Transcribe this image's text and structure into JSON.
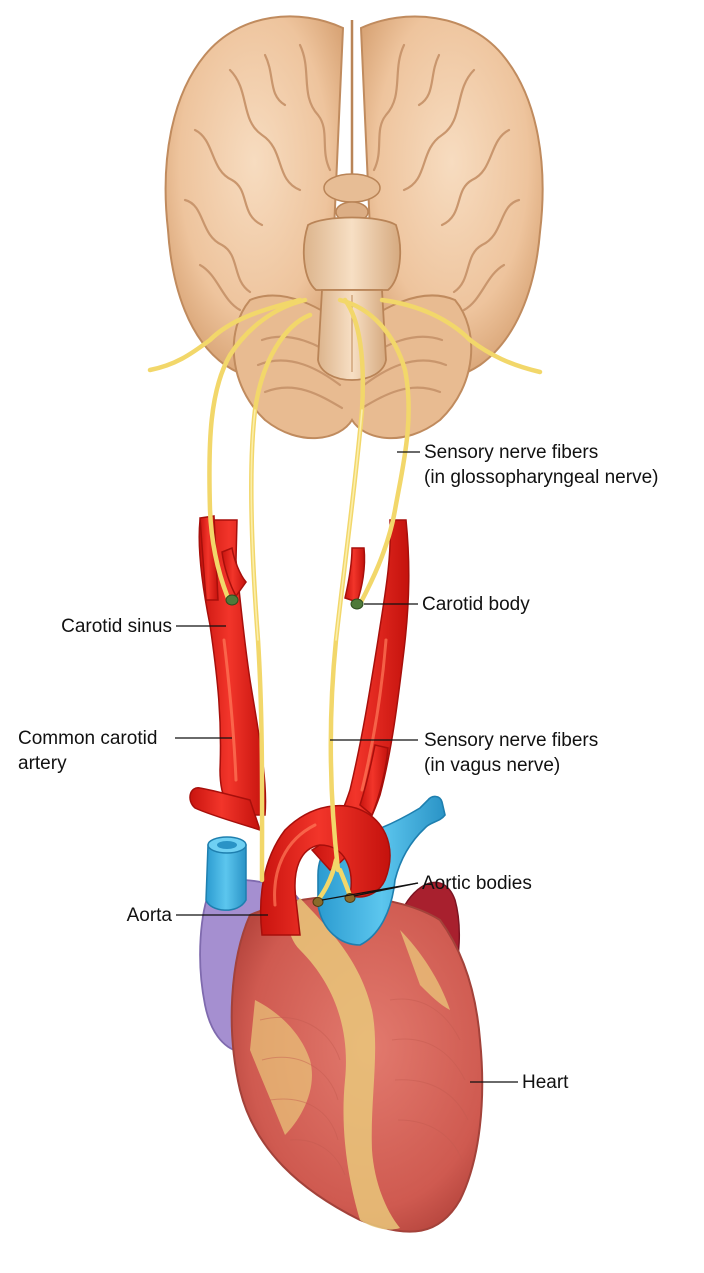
{
  "labels": {
    "sensory_glosso_line1": "Sensory nerve fibers",
    "sensory_glosso_line2": "(in glossopharyngeal nerve)",
    "carotid_body": "Carotid body",
    "carotid_sinus": "Carotid sinus",
    "common_carotid_line1": "Common carotid",
    "common_carotid_line2": "artery",
    "sensory_vagus_line1": "Sensory nerve fibers",
    "sensory_vagus_line2": "(in vagus nerve)",
    "aortic_bodies": "Aortic bodies",
    "aorta": "Aorta",
    "heart": "Heart"
  },
  "colors": {
    "artery": "#e8231c",
    "nerve": "#f2d76a",
    "brain": "#f0c9a4",
    "vein_blue": "#3aaedf",
    "atrium_purple": "#a58fd0",
    "heart_muscle": "#d9665c",
    "fat_yellow": "#e9c77a",
    "sensor_green": "#4f7a3a"
  }
}
